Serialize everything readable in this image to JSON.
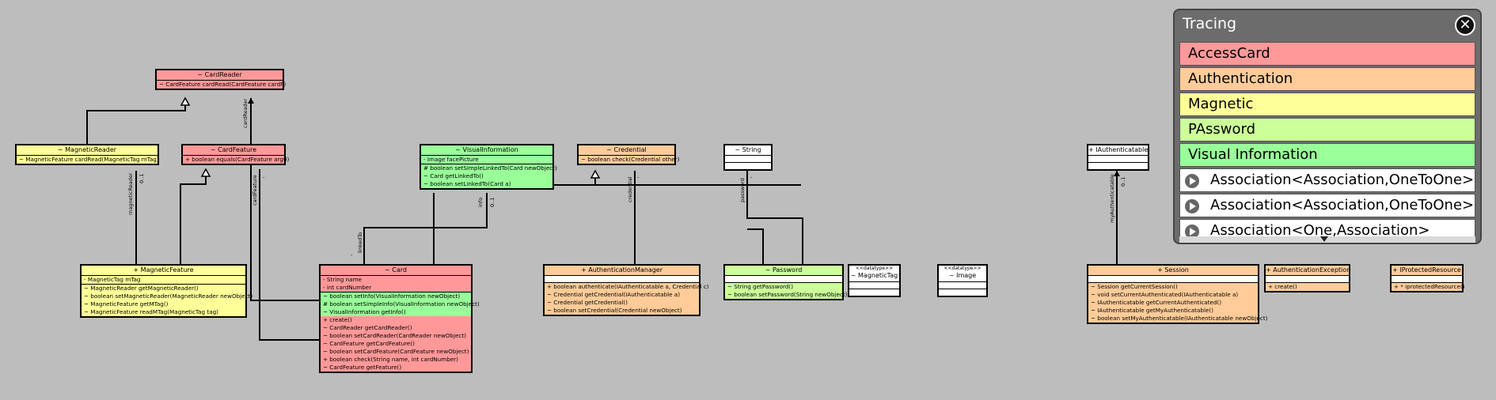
{
  "classes": {
    "cardreader": {
      "header": "~ CardReader",
      "comps": [
        [
          {
            "t": "~ CardFeature cardRead(CardFeature cardF)",
            "c": "r"
          }
        ]
      ]
    },
    "magneticreader": {
      "header": "~ MagneticReader",
      "comps": [
        [
          {
            "t": "~ MagneticFeature cardRead(MagneticTag mTag)",
            "c": "y"
          }
        ]
      ]
    },
    "cardfeature": {
      "header": "~ CardFeature",
      "comps": [
        [
          {
            "t": "+ boolean equals(CardFeature arg0)",
            "c": "r"
          }
        ]
      ]
    },
    "magneticfeature": {
      "header": "+ MagneticFeature",
      "comps": [
        [
          {
            "t": "- MagneticTag mTag",
            "c": "y"
          }
        ],
        [
          {
            "t": "~ MagneticReader getMagneticReader()",
            "c": "y"
          },
          {
            "t": "~ boolean setMagneticReader(MagneticReader newObject)",
            "c": "y"
          },
          {
            "t": "~ MagneticFeature getMTag()",
            "c": "y"
          },
          {
            "t": "~ MagneticFeature readMTag(MagneticTag tag)",
            "c": "y"
          }
        ]
      ]
    },
    "visualinformation": {
      "header": "~ VisualInformation",
      "comps": [
        [
          {
            "t": "- Image facePicture",
            "c": "g"
          }
        ],
        [
          {
            "t": "# boolean setSimpleLinkedTo(Card newObject)",
            "c": "g"
          },
          {
            "t": "~ Card getLinkedTo()",
            "c": "g"
          },
          {
            "t": "~ boolean setLinkedTo(Card a)",
            "c": "g"
          }
        ]
      ]
    },
    "card": {
      "header": "~ Card",
      "comps": [
        [
          {
            "t": "- String name",
            "c": "r"
          },
          {
            "t": "- int cardNumber",
            "c": "r"
          }
        ],
        [
          {
            "t": "~ boolean setInfo(VisualInformation newObject)",
            "c": "g"
          },
          {
            "t": "# boolean setSimpleInfo(VisualInformation newObject)",
            "c": "g"
          },
          {
            "t": "~ VisualInformation getInfo()",
            "c": "g"
          },
          {
            "t": "+ create()",
            "c": "r"
          },
          {
            "t": "~ CardReader getCardReader()",
            "c": "r"
          },
          {
            "t": "~ boolean setCardReader(CardReader newObject)",
            "c": "r"
          },
          {
            "t": "~ CardFeature getCardFeature()",
            "c": "r"
          },
          {
            "t": "~ boolean setCardFeature(CardFeature newObject)",
            "c": "r"
          },
          {
            "t": "+ boolean check(String name, int cardNumber)",
            "c": "r"
          },
          {
            "t": "~ CardFeature getFeature()",
            "c": "r"
          }
        ]
      ]
    },
    "credential": {
      "header": "~ Credential",
      "comps": [
        [
          {
            "t": "~ boolean check(Credential other)",
            "c": "o"
          }
        ]
      ]
    },
    "string": {
      "header": "~ String",
      "comps": [
        [],
        []
      ]
    },
    "authmanager": {
      "header": "+ AuthenticationManager",
      "comps": [
        [],
        [
          {
            "t": "+ boolean authenticate(IAuthenticatable a, Credential c)",
            "c": "o"
          },
          {
            "t": "~ Credential getCredential(IAuthenticatable a)",
            "c": "o"
          },
          {
            "t": "~ Credential getCredential()",
            "c": "o"
          },
          {
            "t": "~ boolean setCredential(Credential newObject)",
            "c": "o"
          }
        ]
      ]
    },
    "password": {
      "header": "~ Password",
      "comps": [
        [],
        [
          {
            "t": "~ String getPassword()",
            "c": "lg"
          },
          {
            "t": "~ boolean setPassword(String newObject)",
            "c": "lg"
          }
        ]
      ]
    },
    "magnetictag": {
      "stereo": "<<datatype>>",
      "header": "~ MagneticTag",
      "comps": [
        [],
        []
      ]
    },
    "image": {
      "stereo": "<<datatype>>",
      "header": "~ Image",
      "comps": [
        [],
        []
      ]
    },
    "iauth": {
      "header": "+ IAuthenticatable",
      "comps": [
        [],
        []
      ]
    },
    "session": {
      "header": "+ Session",
      "comps": [
        [],
        [
          {
            "t": "~ Session getCurrentSession()",
            "c": "o"
          },
          {
            "t": "~ void setCurrentAuthenticated(IAuthenticatable a)",
            "c": "o"
          },
          {
            "t": "~ IAuthenticatable getCurrentAuthenticated()",
            "c": "o"
          },
          {
            "t": "~ IAuthenticatable getMyAuthenticatable()",
            "c": "o"
          },
          {
            "t": "~ boolean setMyAuthenticatable(IAuthenticatable newObject)",
            "c": "o"
          }
        ]
      ]
    },
    "authexception": {
      "header": "+ AuthenticationException",
      "comps": [
        [],
        [
          {
            "t": "+ create()",
            "c": "o"
          }
        ]
      ]
    },
    "protectedresource": {
      "header": "+ IProtectedResource",
      "comps": [
        [],
        [
          {
            "t": "+ * iprotectedResource()",
            "c": "o"
          }
        ]
      ]
    }
  },
  "labels": {
    "cardReader": "cardReader",
    "magneticReader": "magneticReader",
    "mult_01_a": "0..1",
    "cardFeature": "cardFeature",
    "dash_a": "-",
    "linkedTo": "linkedTo",
    "info": "info",
    "mult_01_b": "0..1",
    "dash_b": "-",
    "credential": "credential",
    "dash_c": "-",
    "password": "password",
    "dash_d": "-",
    "myAuthenticatable": "myAuthenticatable",
    "mult_01_c": "0..1",
    "dash_e": "-"
  },
  "tracing": {
    "title": "Tracing",
    "close_glyph": "✕",
    "tags": [
      {
        "label": "AccessCard",
        "color": "#ff9999"
      },
      {
        "label": "Authentication",
        "color": "#ffcc99"
      },
      {
        "label": "Magnetic",
        "color": "#ffff99"
      },
      {
        "label": "PAssword",
        "color": "#ccff99"
      },
      {
        "label": "Visual Information",
        "color": "#99ff99"
      }
    ],
    "associations": [
      "Association<Association,OneToOne>",
      "Association<Association,OneToOne>",
      "Association<One,Association>"
    ]
  }
}
